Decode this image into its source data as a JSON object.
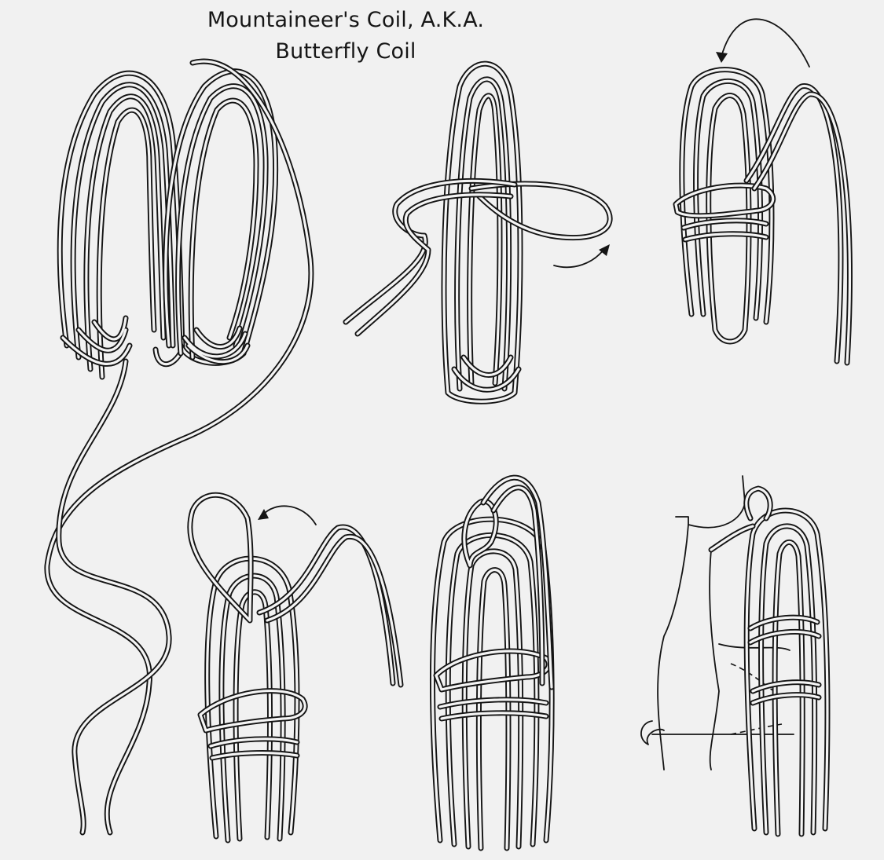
{
  "title": {
    "line1": "Mountaineer's Coil, A.K.A.",
    "line2": "Butterfly Coil"
  },
  "steps": [
    {
      "name": "step-1",
      "content": "rope flaked into two long loop bunches with long loose ends"
    },
    {
      "name": "step-2",
      "content": "coil folded, ends wrapped around the top"
    },
    {
      "name": "step-3",
      "content": "wraps tightened, bight pulled through"
    },
    {
      "name": "step-4",
      "content": "ends passed over the top loop"
    },
    {
      "name": "step-5",
      "content": "finished coil"
    },
    {
      "name": "step-6",
      "content": "coil carried on the back, ends tied around the waist"
    }
  ],
  "colors": {
    "background": "#f1f1f1",
    "ink": "#141414",
    "rope_core": "#f4f4f4"
  }
}
